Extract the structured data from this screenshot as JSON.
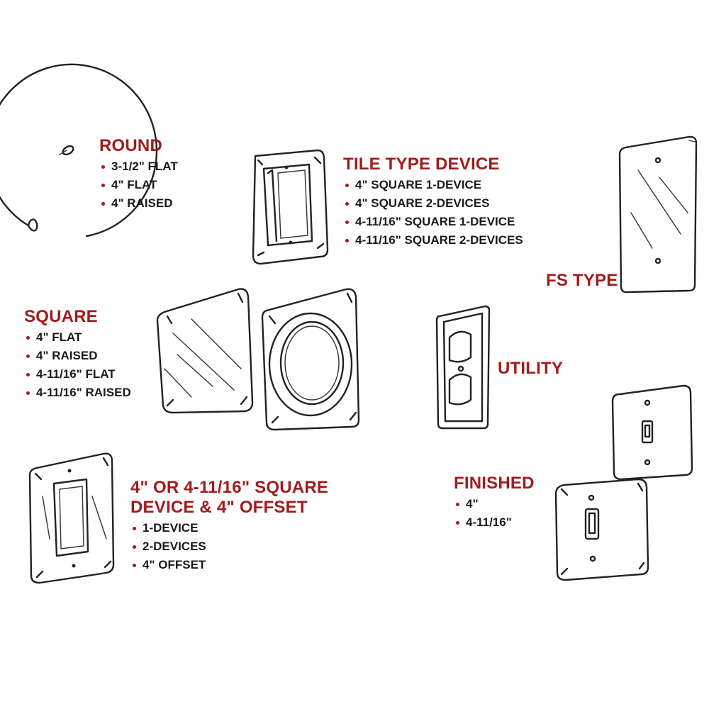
{
  "categories": {
    "round": {
      "title": "ROUND",
      "items": [
        "3-1/2\" FLAT",
        "4\" FLAT",
        "4\" RAISED"
      ]
    },
    "tile": {
      "title": "TILE TYPE DEVICE",
      "items": [
        "4\" SQUARE 1-DEVICE",
        "4\" SQUARE 2-DEVICES",
        "4-11/16\" SQUARE 1-DEVICE",
        "4-11/16\" SQUARE 2-DEVICES"
      ]
    },
    "fs": {
      "title": "FS TYPE"
    },
    "square": {
      "title": "SQUARE",
      "items": [
        "4\" FLAT",
        "4\" RAISED",
        "4-11/16\" FLAT",
        "4-11/16\" RAISED"
      ]
    },
    "utility": {
      "title": "UTILITY"
    },
    "device_offset": {
      "title_line1": "4\" OR 4-11/16\" SQUARE",
      "title_line2": "DEVICE & 4\" OFFSET",
      "items": [
        "1-DEVICE",
        "2-DEVICES",
        "4\" OFFSET"
      ]
    },
    "finished": {
      "title": "FINISHED",
      "items": [
        "4\"",
        "4-11/16\""
      ]
    }
  },
  "colors": {
    "heading": "#a01c1c",
    "text": "#1a1a1a",
    "line": "#222222"
  },
  "icons": [
    "round-cover-drawing",
    "tile-cover-drawing",
    "fs-cover-drawing",
    "square-flat-cover-drawing",
    "square-raised-cover-drawing",
    "utility-cover-drawing",
    "device-cover-drawing",
    "finished-cover-drawing"
  ]
}
